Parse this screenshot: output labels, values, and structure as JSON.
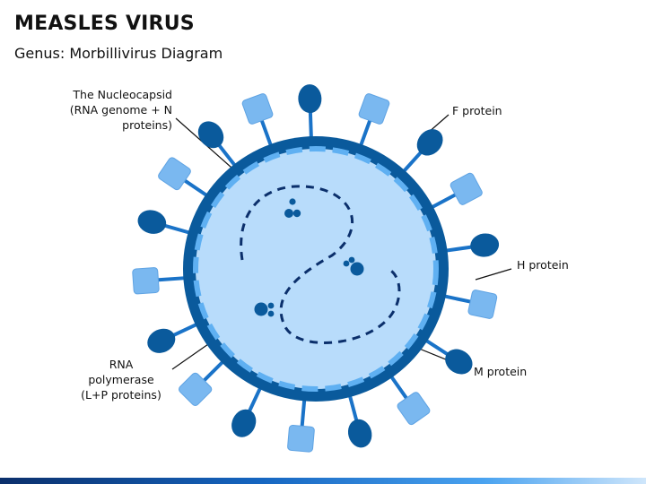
{
  "header": {
    "title": "MEASLES VIRUS",
    "subtitle": "Genus: Morbillivirus Diagram"
  },
  "labels": {
    "nucleocapsid": [
      "The Nucleocapsid",
      "(RNA genome + N",
      "proteins)"
    ],
    "f_protein": "F protein",
    "h_protein": "H protein",
    "m_protein": "M protein",
    "rna_polymerase": [
      "RNA",
      "polymerase",
      "(L+P proteins)"
    ]
  },
  "colors": {
    "dark_blue": "#0a5a9c",
    "medium_blue": "#1a73c8",
    "light_square": "#7ab8f0",
    "interior": "#b8dcfb",
    "dash_light": "#5fb0f2"
  }
}
